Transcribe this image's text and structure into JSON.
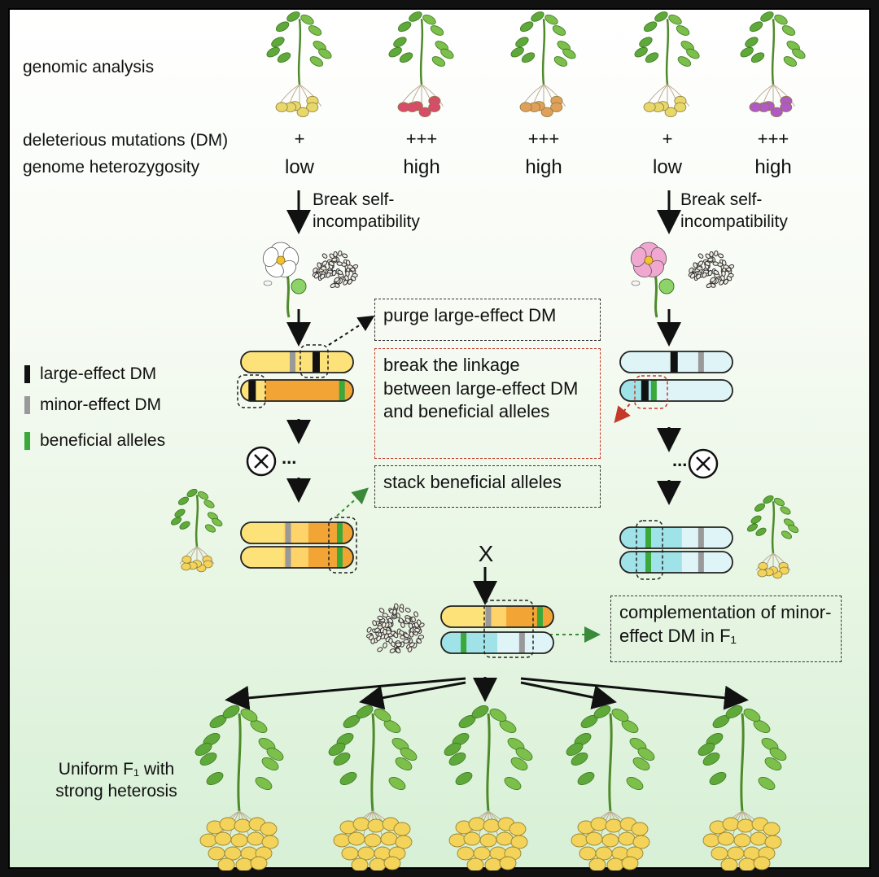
{
  "row_labels": {
    "genomic": "genomic analysis",
    "dm": "deleterious mutations (DM)",
    "het": "genome heterozygosity"
  },
  "lines": [
    {
      "dm": "+",
      "het": "low",
      "tuber_color": "#e8d86a"
    },
    {
      "dm": "+++",
      "het": "high",
      "tuber_color": "#d94b6a"
    },
    {
      "dm": "+++",
      "het": "high",
      "tuber_color": "#e0a05a"
    },
    {
      "dm": "+",
      "het": "low",
      "tuber_color": "#e8d86a"
    },
    {
      "dm": "+++",
      "het": "high",
      "tuber_color": "#b05ac4"
    }
  ],
  "steps": {
    "break_left": "Break self-\nincompatibility",
    "break_right": "Break self-\nincompatibility",
    "cross": "X",
    "selfing": "ⓧ",
    "dots": "..."
  },
  "boxes": {
    "purge": "purge large-effect DM",
    "linkage": "break the linkage between large-effect DM and beneficial alleles",
    "stack": "stack beneficial alleles",
    "complement": "complementation of minor-effect DM in F₁"
  },
  "legend": [
    {
      "label": "large-effect DM",
      "color": "#111111"
    },
    {
      "label": "minor-effect DM",
      "color": "#999999"
    },
    {
      "label": "beneficial alleles",
      "color": "#3aa83a"
    }
  ],
  "f1_label": "Uniform F₁ with strong heterosis",
  "colors": {
    "yellow": "#fde27a",
    "orange": "#f2a535",
    "light_cyan": "#dff4f6",
    "cyan": "#9fe3e8",
    "green_allele": "#3aa83a",
    "grey_allele": "#999999",
    "black_allele": "#111111",
    "red_arrow": "#c43a2a",
    "green_arrow": "#3a8a3a"
  }
}
